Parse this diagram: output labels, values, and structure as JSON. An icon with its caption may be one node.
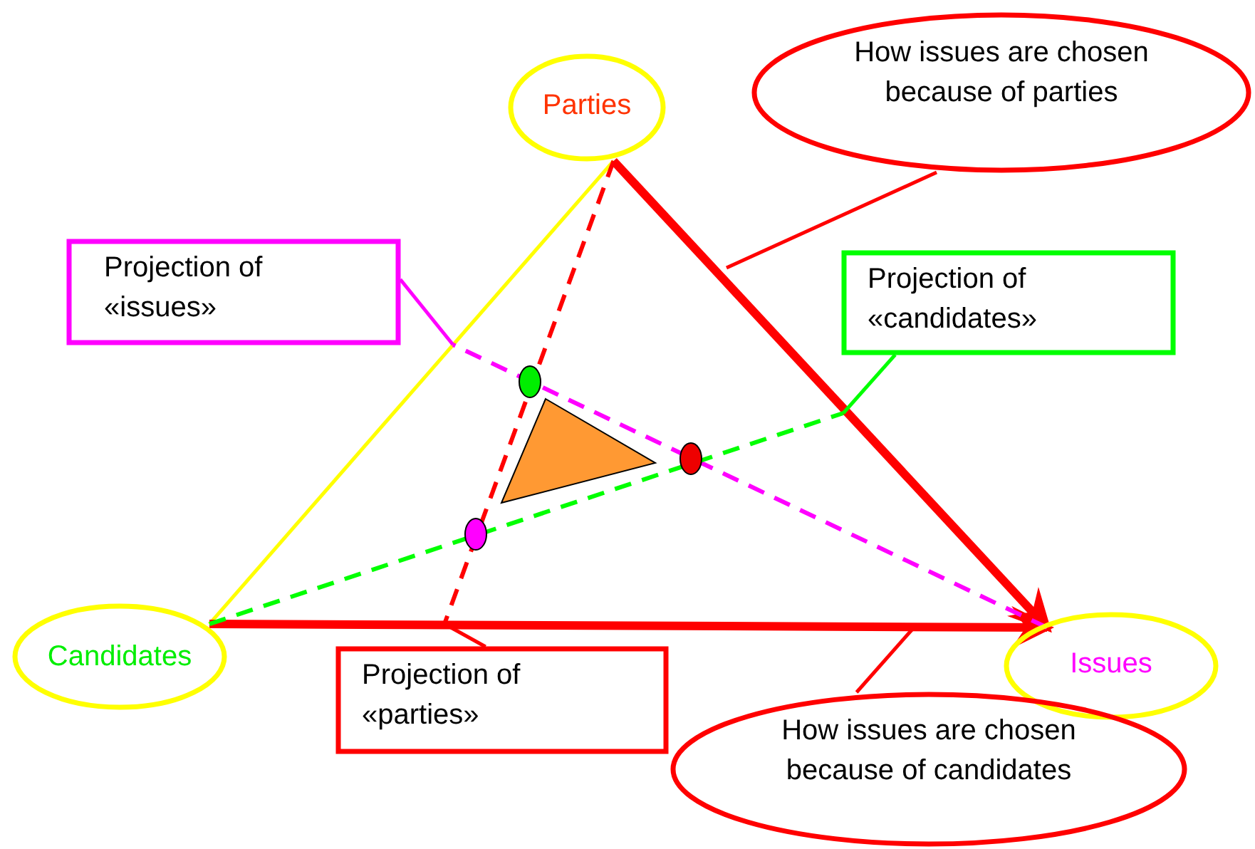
{
  "diagram": {
    "nodes": [
      {
        "text": [
          "Parties"
        ]
      },
      {
        "text": [
          "How issues are chosen because of parties"
        ]
      },
      {
        "text": [
          "Projection of «issues»"
        ]
      },
      {
        "text": [
          "Projection of «candidates»"
        ]
      },
      {
        "text": [
          "Candidates"
        ]
      },
      {
        "text": [
          "Projection of «parties»"
        ]
      },
      {
        "text": [
          "Issues"
        ]
      },
      {
        "text": [
          "How issues are chosen because of candidates"
        ]
      },
      {
        "text": [],
        "shape": "triangle"
      }
    ],
    "edges": [
      {
        "from": 4,
        "to": 0,
        "arrow": "none",
        "color": "#ffff00"
      },
      {
        "from": 0,
        "to": 6,
        "arrow": "to",
        "style": "thick"
      },
      {
        "from": 4,
        "to": 6,
        "arrow": "to",
        "style": "thick"
      },
      {
        "from": 0,
        "to": null,
        "arrow": "none",
        "style": "dashed"
      },
      {
        "from": 6,
        "to": null,
        "arrow": "none",
        "style": "dashed",
        "color": "#ff00ff"
      },
      {
        "from": 4,
        "to": null,
        "arrow": "none",
        "style": "dashed",
        "color": "#00ff00"
      },
      {
        "from": 1,
        "to": null,
        "arrow": "none"
      },
      {
        "from": 2,
        "to": null,
        "arrow": "none",
        "color": "#ff00ff"
      },
      {
        "from": 3,
        "to": null,
        "arrow": "none",
        "color": "#00ff00"
      },
      {
        "from": 5,
        "to": null,
        "arrow": "none"
      },
      {
        "from": 7,
        "to": null,
        "arrow": "none"
      }
    ]
  }
}
